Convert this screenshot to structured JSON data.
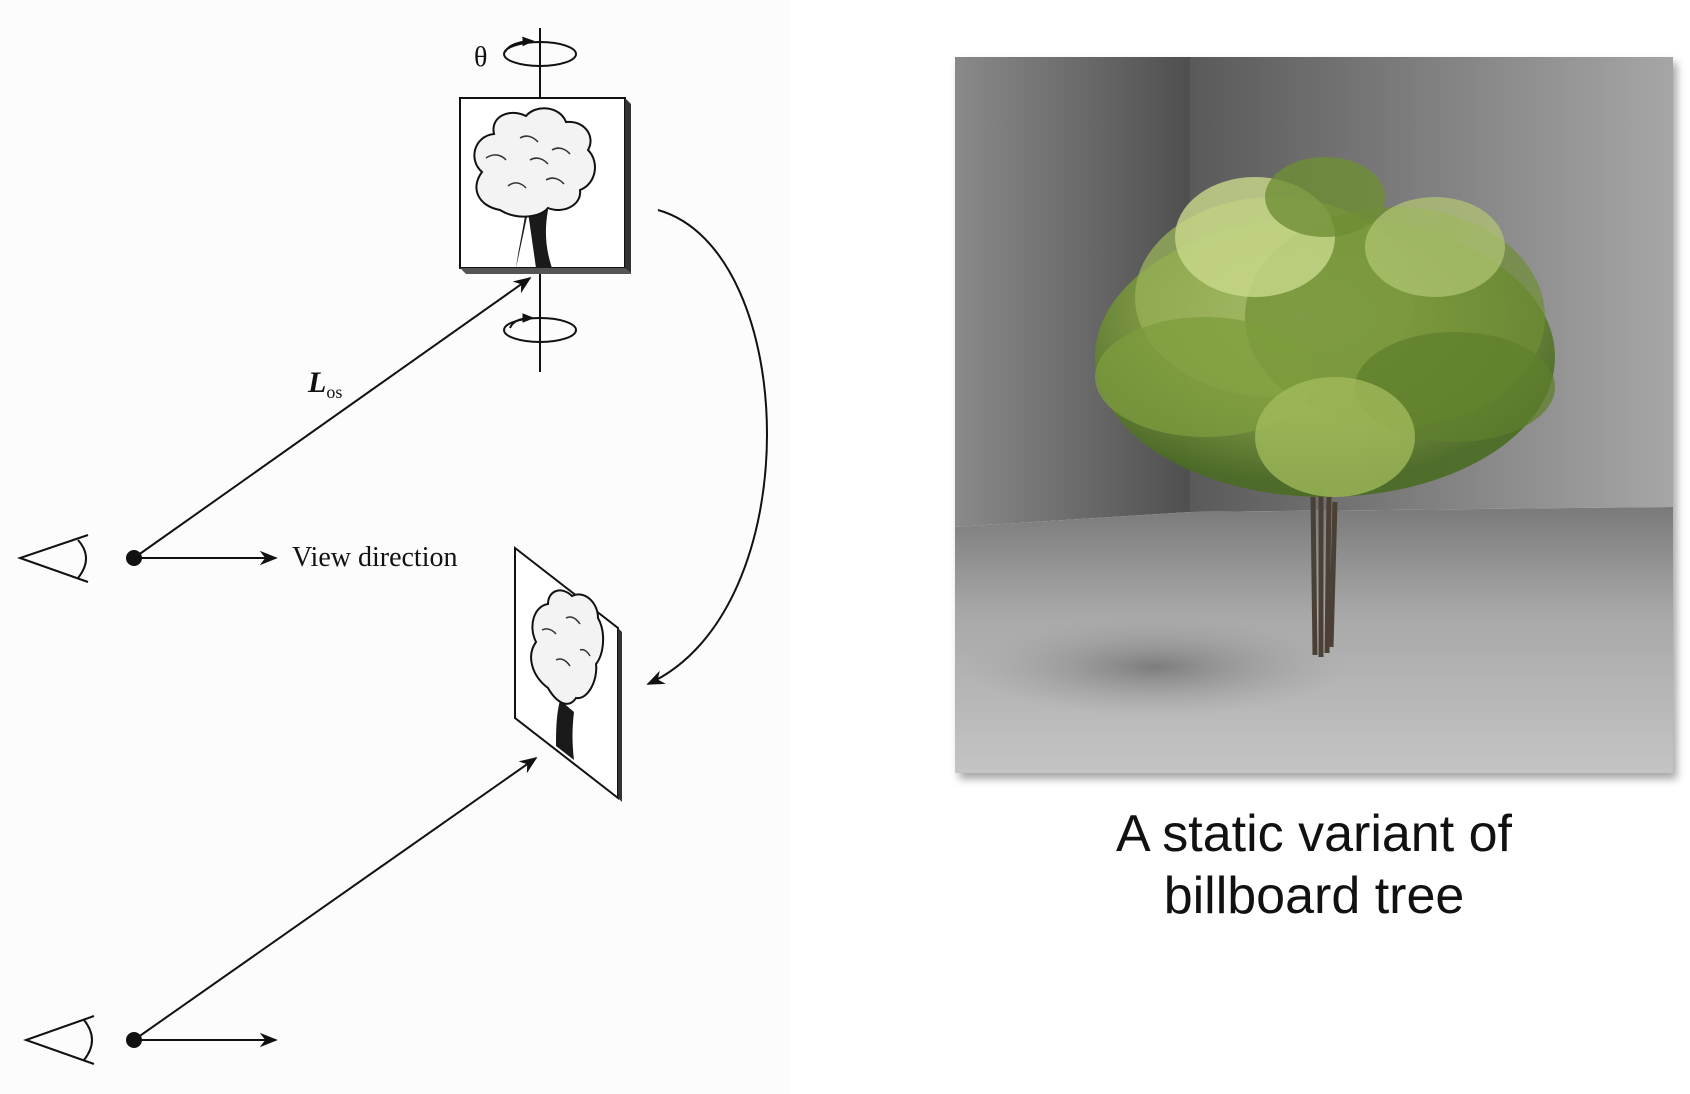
{
  "diagram": {
    "theta_label": "θ",
    "los_main": "L",
    "los_sub": "os",
    "view_direction_label": "View direction"
  },
  "render": {
    "caption_line1": "A static variant of",
    "caption_line2": "billboard tree"
  },
  "colors": {
    "ink": "#111111",
    "foliage_dark": "#4a6b22",
    "foliage_light": "#c8d98a",
    "wall_dark": "#5e5e5e",
    "floor_light": "#bdbdbd"
  }
}
